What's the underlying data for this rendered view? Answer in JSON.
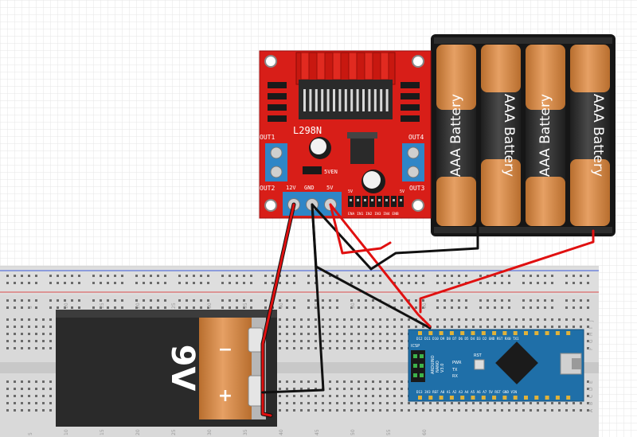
{
  "breadboard": {
    "column_numbers": [
      "5",
      "10",
      "15",
      "20",
      "25",
      "30",
      "35",
      "40",
      "45",
      "50",
      "55",
      "60"
    ],
    "row_letters_right": [
      "J",
      "I",
      "H",
      "G",
      "F",
      "E",
      "D",
      "C",
      "B",
      "A"
    ]
  },
  "driver": {
    "chip_label": "L298N",
    "out1": "OUT1",
    "out2": "OUT2",
    "out3": "OUT3",
    "out4": "OUT4",
    "terminal_12v": "12V",
    "terminal_gnd": "GND",
    "terminal_5v": "5V",
    "jumper_label": "5VEN",
    "header_5v_left": "5V",
    "header_5v_right": "5V",
    "header_pins": "ENA IN1 IN2 IN3 IN4 ENB"
  },
  "battery_pack": {
    "cell_label": "AAA Battery"
  },
  "battery_9v": {
    "voltage_label": "9V",
    "minus": "−",
    "plus": "+"
  },
  "arduino": {
    "board_label_1": "ARDUINO",
    "board_label_2": "NANO",
    "board_label_3": "V3.0",
    "pins_top": "D12 D11 D10 D9 D8 D7 D6 D5 D4 D3 D2 GND RST RX0 TX1",
    "pins_bottom": "D13 3V3 REF A0 A1 A2 A3 A4 A5 A6 A7 5V RST GND VIN",
    "rst": "RST",
    "pwr": "PWR",
    "tx": "TX",
    "rx": "RX",
    "icsp": "ICSP"
  },
  "colors": {
    "wire_red": "#e01010",
    "wire_black": "#111111",
    "board_red": "#d81e18",
    "terminal_blue": "#2f86c7",
    "arduino_blue": "#1f6fa8",
    "battery_orange": "#d68b4a",
    "battery_dark": "#2a2a2a"
  }
}
